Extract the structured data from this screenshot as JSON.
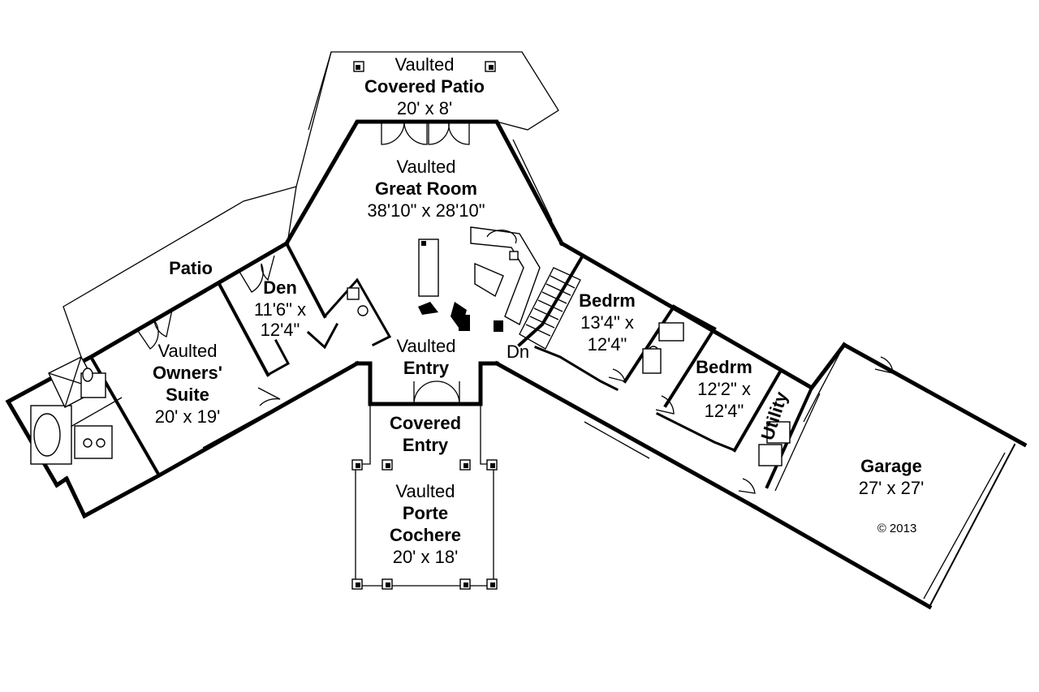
{
  "rooms": {
    "covered_patio": {
      "line1": "Vaulted",
      "name": "Covered Patio",
      "size": "20' x 8'"
    },
    "great_room": {
      "line1": "Vaulted",
      "name": "Great Room",
      "size": "38'10\" x 28'10\""
    },
    "patio": {
      "name": "Patio"
    },
    "den": {
      "name": "Den",
      "size1": "11'6\" x",
      "size2": "12'4\""
    },
    "owners_suite": {
      "line1": "Vaulted",
      "name1": "Owners'",
      "name2": "Suite",
      "size": "20' x 19'"
    },
    "entry": {
      "line1": "Vaulted",
      "name": "Entry"
    },
    "stair": {
      "label": "Dn"
    },
    "bedroom1": {
      "name": "Bedrm",
      "size1": "13'4\" x",
      "size2": "12'4\""
    },
    "bedroom2": {
      "name": "Bedrm",
      "size1": "12'2\" x",
      "size2": "12'4\""
    },
    "utility": {
      "name": "Utility"
    },
    "covered_entry": {
      "name1": "Covered",
      "name2": "Entry"
    },
    "porte_cochere": {
      "line1": "Vaulted",
      "name1": "Porte",
      "name2": "Cochere",
      "size": "20' x 18'"
    },
    "garage": {
      "name": "Garage",
      "size": "27' x 27'"
    }
  },
  "copyright": "© 2013"
}
